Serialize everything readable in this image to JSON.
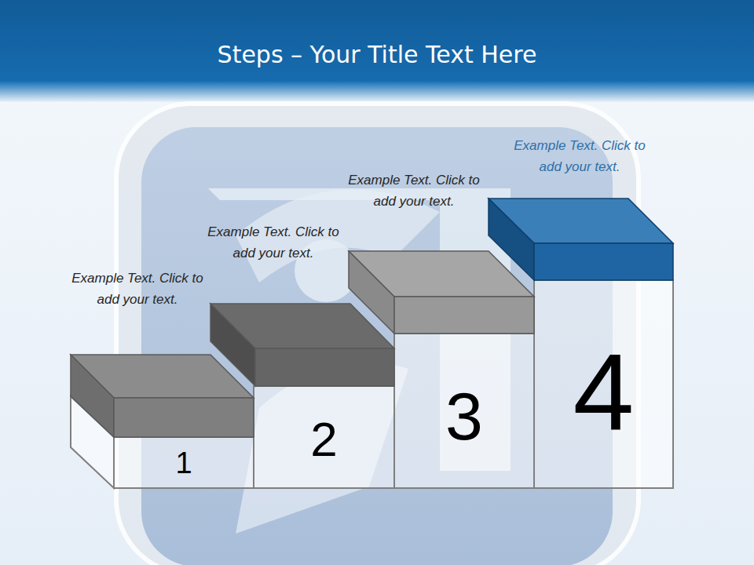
{
  "diagram": {
    "title": "Steps – Your Title Text Here",
    "nodes": [
      {
        "text": [
          "Example Text. Click  to add your text.",
          "1"
        ]
      },
      {
        "text": [
          "Example Text. Click  to add your text.",
          "2"
        ]
      },
      {
        "text": [
          "Example Text. Click  to add your text.",
          "3"
        ]
      },
      {
        "text": [
          "Example Text. Click  to add your text.",
          "4"
        ]
      }
    ]
  }
}
